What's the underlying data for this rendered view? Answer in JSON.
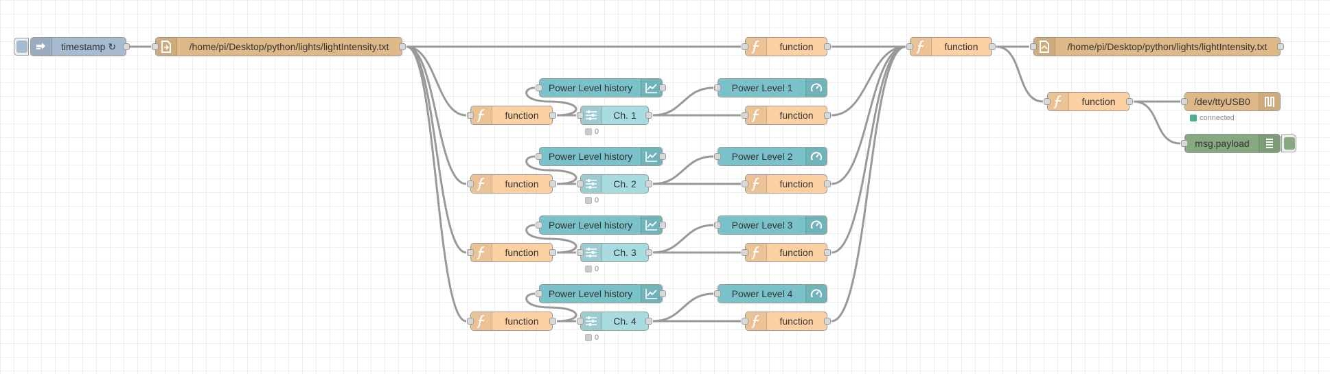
{
  "colors": {
    "function": "#fdd0a2",
    "file": "#deb887",
    "inject": "#a6bbcf",
    "chart": "#79c2c9",
    "control": "#a8dbe0",
    "debug": "#87a980",
    "wire": "#999999",
    "status_connected": "#4cae8c",
    "status_idle": "#cccccc"
  },
  "nodes": {
    "inject": {
      "label": "timestamp ↻",
      "icon": "inject-icon"
    },
    "file_in": {
      "label": "/home/pi/Desktop/python/lights/lightIntensity.txt",
      "icon": "file-in-icon"
    },
    "file_out": {
      "label": "/home/pi/Desktop/python/lights/lightIntensity.txt",
      "icon": "file-out-icon"
    },
    "func_top": {
      "label": "function"
    },
    "func_merge": {
      "label": "function"
    },
    "func_serial": {
      "label": "function"
    },
    "serial": {
      "label": "/dev/ttyUSB0",
      "status": "connected",
      "icon": "serial-port-icon"
    },
    "debug": {
      "label": "msg.payload",
      "icon": "debug-list-icon"
    },
    "channels": [
      {
        "history": "Power Level history",
        "func_in": "function",
        "slider": "Ch. 1",
        "slider_status": "0",
        "gauge": "Power Level 1",
        "func_out": "function"
      },
      {
        "history": "Power Level history",
        "func_in": "function",
        "slider": "Ch. 2",
        "slider_status": "0",
        "gauge": "Power Level 2",
        "func_out": "function"
      },
      {
        "history": "Power Level history",
        "func_in": "function",
        "slider": "Ch. 3",
        "slider_status": "0",
        "gauge": "Power Level 3",
        "func_out": "function"
      },
      {
        "history": "Power Level history",
        "func_in": "function",
        "slider": "Ch. 4",
        "slider_status": "0",
        "gauge": "Power Level 4",
        "func_out": "function"
      }
    ]
  }
}
